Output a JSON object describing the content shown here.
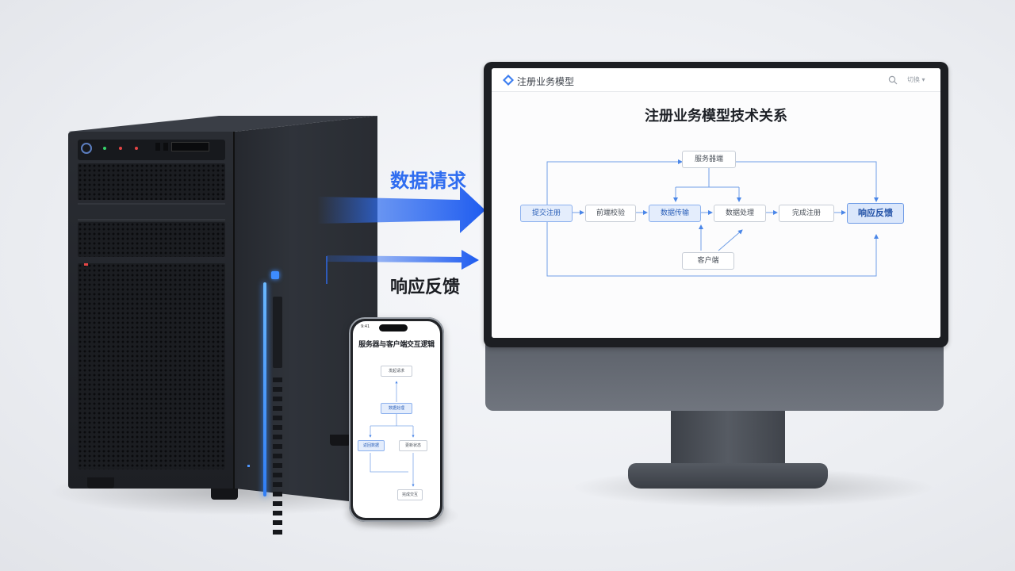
{
  "labels": {
    "request": "数据请求",
    "response": "响应反馈"
  },
  "monitor": {
    "app_title": "注册业务模型",
    "header_menu": "切换 ▾",
    "diagram_title": "注册业务模型技术关系",
    "nodes": {
      "service": "服务器端",
      "register": "提交注册",
      "verify": "前端校验",
      "data_link": "数据传输",
      "process": "数据处理",
      "result": "完成注册",
      "client": "客户端",
      "response": "响应反馈"
    }
  },
  "phone": {
    "time": "9:41",
    "title": "服务器与客户端交互逻辑",
    "nodes": {
      "top": "发起请求",
      "middle": "数据处理",
      "left": "返回数据",
      "right": "更新状态",
      "bottom": "完成交互"
    }
  },
  "colors": {
    "accent": "#2f6df0",
    "node_highlight": "#e4edfc",
    "server_led": "#3d8cff"
  }
}
